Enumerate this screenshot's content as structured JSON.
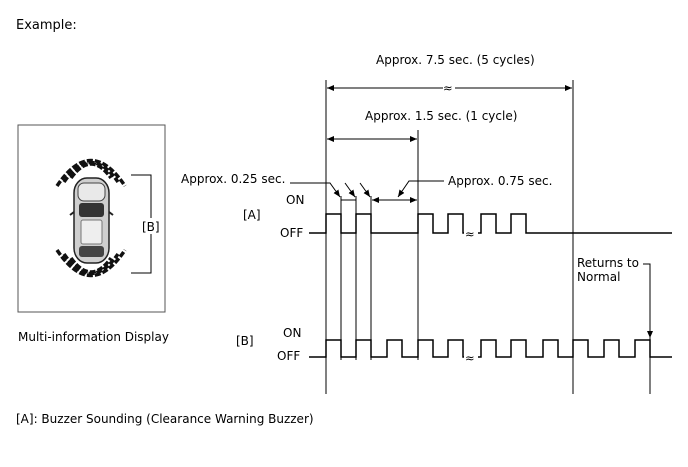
{
  "header": {
    "title": "Example:"
  },
  "display": {
    "caption": "Multi-information Display",
    "bracket_label": "[B]"
  },
  "timing": {
    "total": "Approx. 7.5 sec. (5 cycles)",
    "cycle": "Approx. 1.5 sec. (1 cycle)",
    "on_time": "Approx. 0.25 sec.",
    "off_time": "Approx. 0.75 sec.",
    "break_symbol": "≈",
    "returns_line1": "Returns to",
    "returns_line2": "Normal"
  },
  "signal_a": {
    "label": "[A]",
    "on": "ON",
    "off": "OFF"
  },
  "signal_b": {
    "label": "[B]",
    "on": "ON",
    "off": "OFF"
  },
  "footnote": "[A]: Buzzer Sounding (Clearance Warning Buzzer)"
}
